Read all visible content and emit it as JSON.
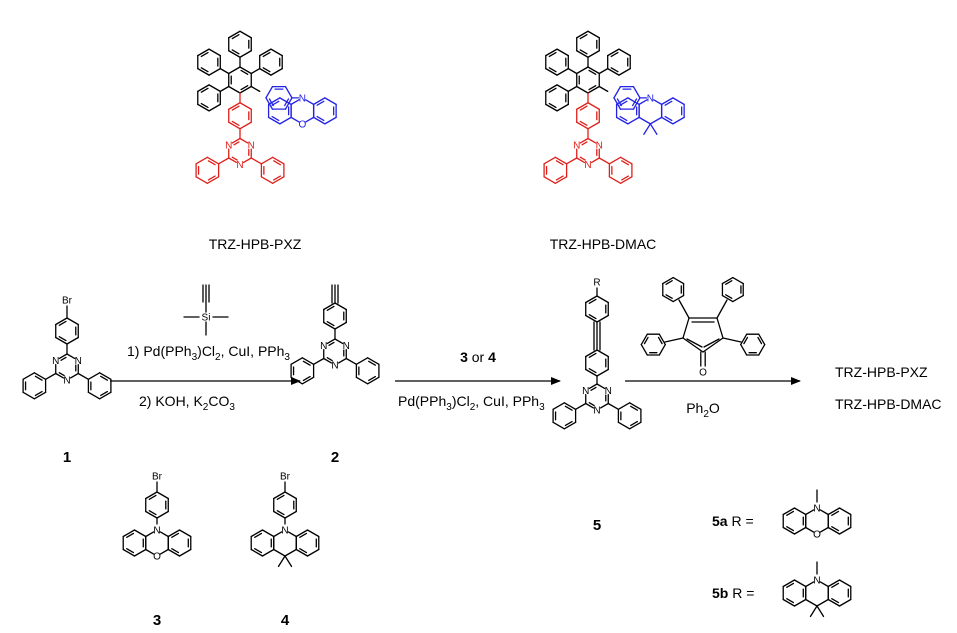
{
  "colors": {
    "triazine_acceptor": "#e0201a",
    "donor": "#2323e6",
    "skeleton": "#000000"
  },
  "captions": {
    "pxz": "TRZ-HPB-PXZ",
    "dmac": "TRZ-HPB-DMAC"
  },
  "atoms": {
    "N": "N",
    "O": "O",
    "Br": "Br",
    "Si": "Si",
    "R": "R"
  },
  "compounds": {
    "c1": "1",
    "c2": "2",
    "c3": "3",
    "c4": "4",
    "c5": "5"
  },
  "step1": {
    "line1_prefix": "1) Pd(PPh",
    "line1_mid": ")Cl",
    "line1_suffix": ", CuI, PPh",
    "sub2": "2",
    "sub3": "3",
    "line2_prefix": "2) KOH, K",
    "line2_mid": "CO"
  },
  "step2": {
    "reagent_a": "3",
    "reagent_or": " or ",
    "reagent_b": "4",
    "cond_prefix": "Pd(PPh",
    "cond_mid": ")Cl",
    "cond_suffix": ", CuI, PPh"
  },
  "step3": {
    "solvent_prefix": "Ph",
    "solvent_suffix": "O"
  },
  "products": {
    "p1": "TRZ-HPB-PXZ",
    "p2": "TRZ-HPB-DMAC"
  },
  "r_groups": {
    "a_label": "5a",
    "b_label": "5b",
    "r_eq": " R ="
  }
}
